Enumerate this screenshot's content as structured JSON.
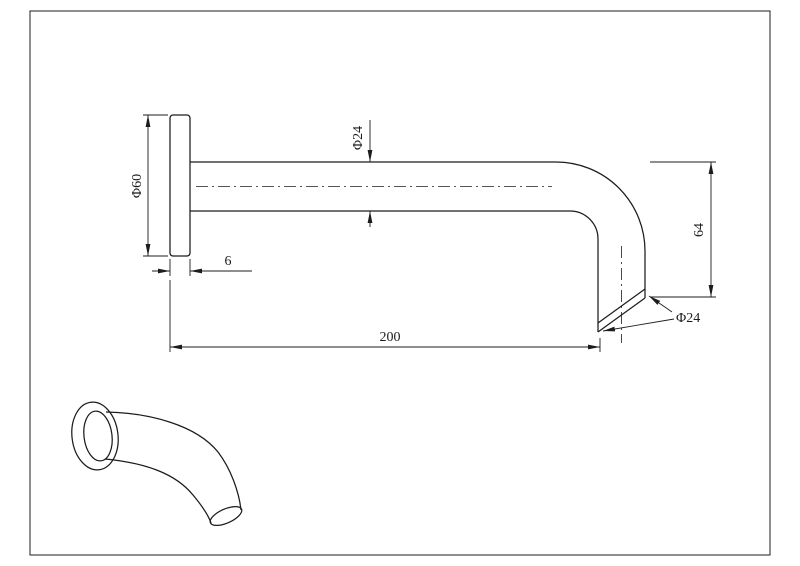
{
  "dimensions": {
    "plate_diameter": "Φ60",
    "tube_diameter": "Φ24",
    "plate_thickness": "6",
    "total_length": "200",
    "drop_height": "64",
    "outlet_diameter": "Φ24"
  },
  "colors": {
    "line": "#1c1c1c",
    "background": "#ffffff"
  }
}
